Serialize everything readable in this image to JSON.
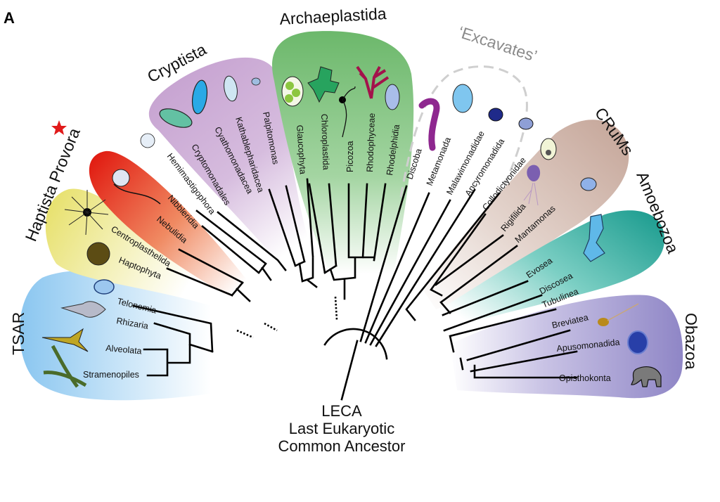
{
  "panel_label": "A",
  "root": {
    "line1": "LECA",
    "line2": "Last Eukaryotic",
    "line3": "Common Ancestor"
  },
  "marker": {
    "icon": "star-icon",
    "color": "#e11a1a",
    "attached_to": "Haptista Provora"
  },
  "groups": [
    {
      "name": "TSAR",
      "color": "#a9d3f2",
      "members": [
        "Telonemia",
        "Rhizaria",
        "Alveolata",
        "Stramenopiles"
      ]
    },
    {
      "name": "Haptista",
      "color": "#ece67a",
      "members": [
        "Centroplasthelida",
        "Haptophyta"
      ]
    },
    {
      "name": "Provora",
      "color": "#e8271c",
      "members": [
        "Nibbleridia",
        "Nebulidia"
      ]
    },
    {
      "name": "Hemimastigophora",
      "color": "",
      "members": [
        "Hemimastigophora"
      ]
    },
    {
      "name": "Cryptista",
      "color": "#cba6d3",
      "members": [
        "Cryptomonadales",
        "Cyathomonadacea",
        "Kathablepharidacea",
        "Palpitomonas"
      ]
    },
    {
      "name": "Archaeplastida",
      "color": "#7cc07a",
      "members": [
        "Glaucophyta",
        "Chloroplastida",
        "Picozoa",
        "Rhodophyceae",
        "Rhodelphidia"
      ]
    },
    {
      "name": "‘Excavates’",
      "color": "#c8c8c8",
      "members": [
        "Discoba",
        "Metamonada",
        "Malawimonadidae"
      ]
    },
    {
      "name": "Ancyromonadida",
      "color": "",
      "members": [
        "Ancyromonadida"
      ]
    },
    {
      "name": "CRuMs",
      "color": "#c9ada3",
      "members": [
        "Collodictyonidae",
        "Rigifilida",
        "Mantamonas"
      ]
    },
    {
      "name": "Amoebozoa",
      "color": "#27a195",
      "members": [
        "Evosea",
        "Discosea",
        "Tubulinea"
      ]
    },
    {
      "name": "Obazoa",
      "color": "#9f96cc",
      "members": [
        "Breviatea",
        "Apusomonadida",
        "Opisthokonta"
      ]
    }
  ],
  "group_labels": {
    "tsar": "TSAR",
    "haptista_provora": "Haptista  Provora",
    "cryptista": "Cryptista",
    "archaeplastida": "Archaeplastida",
    "excavates": "‘Excavates’",
    "crums": "CRuMs",
    "amoebozoa": "Amoebozoa",
    "obazoa": "Obazoa"
  },
  "tips": {
    "telonemia": "Telonemia",
    "rhizaria": "Rhizaria",
    "alveolata": "Alveolata",
    "stramenopiles": "Stramenopiles",
    "centroplasthelida": "Centroplasthelida",
    "haptophyta": "Haptophyta",
    "nibbleridia": "Nibbleridia",
    "nebulidia": "Nebulidia",
    "hemimastigophora": "Hemimastigophora",
    "cryptomonadales": "Cryptomonadales",
    "cyathomonadacea": "Cyathomonadacea",
    "kathablepharidacea": "Kathablepharidacea",
    "palpitomonas": "Palpitomonas",
    "glaucophyta": "Glaucophyta",
    "chloroplastida": "Chloroplastida",
    "picozoa": "Picozoa",
    "rhodophyceae": "Rhodophyceae",
    "rhodelphidia": "Rhodelphidia",
    "discoba": "Discoba",
    "metamonada": "Metamonada",
    "malawimonadidae": "Malawimonadidae",
    "ancyromonadida": "Ancyromonadida",
    "collodictyonidae": "Collodictyonidae",
    "rigifilida": "Rigifilida",
    "mantamonas": "Mantamonas",
    "evosea": "Evosea",
    "discosea": "Discosea",
    "tubulinea": "Tubulinea",
    "breviatea": "Breviatea",
    "apusomonadida": "Apusomonadida",
    "opisthokonta": "Opisthokonta"
  },
  "uncertain_branches": [
    "Haptista–Provora",
    "Provora–Hemimastigophora",
    "Cryptista–Archaeplastida"
  ]
}
